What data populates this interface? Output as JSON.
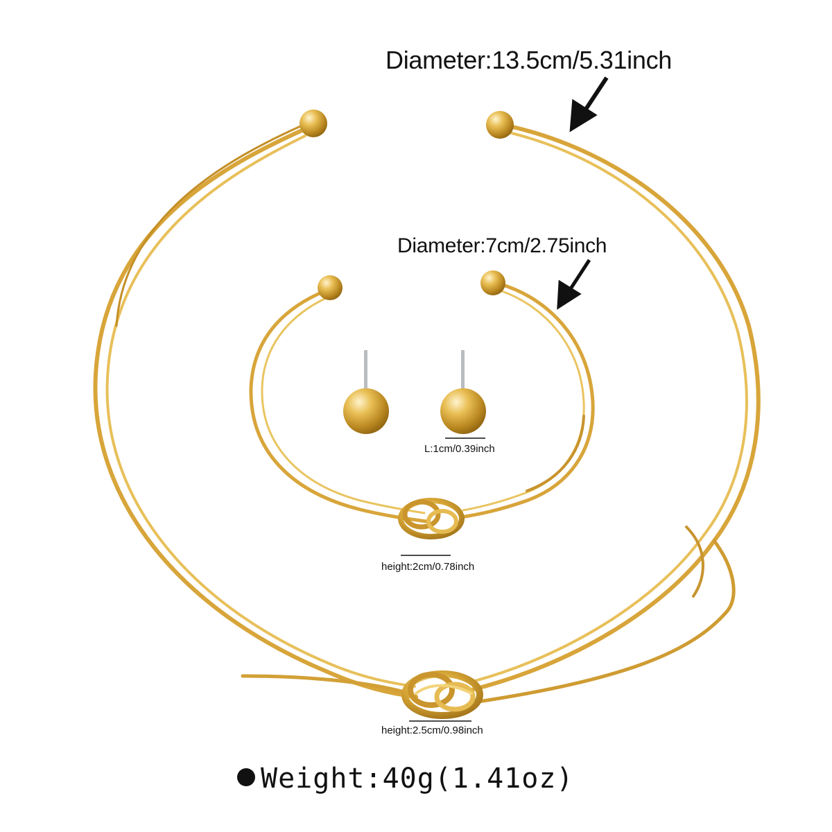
{
  "product_photo": {
    "items": [
      "open cuff necklace with knot",
      "open cuff bracelet with knot",
      "ball stud earrings"
    ],
    "colors": {
      "gold": "#d9a93a",
      "gold_highlight": "#f6dc8e",
      "gold_shadow": "#a97a18",
      "text": "#111111",
      "background": "#ffffff"
    }
  },
  "annotations": {
    "necklace_diameter": "Diameter:13.5cm/5.31inch",
    "bracelet_diameter": "Diameter:7cm/2.75inch",
    "earring_length": "L:1cm/0.39inch",
    "bracelet_height": "height:2cm/0.78inch",
    "necklace_height": "height:2.5cm/0.98inch",
    "weight": "Weight:40g(1.41oz)"
  }
}
